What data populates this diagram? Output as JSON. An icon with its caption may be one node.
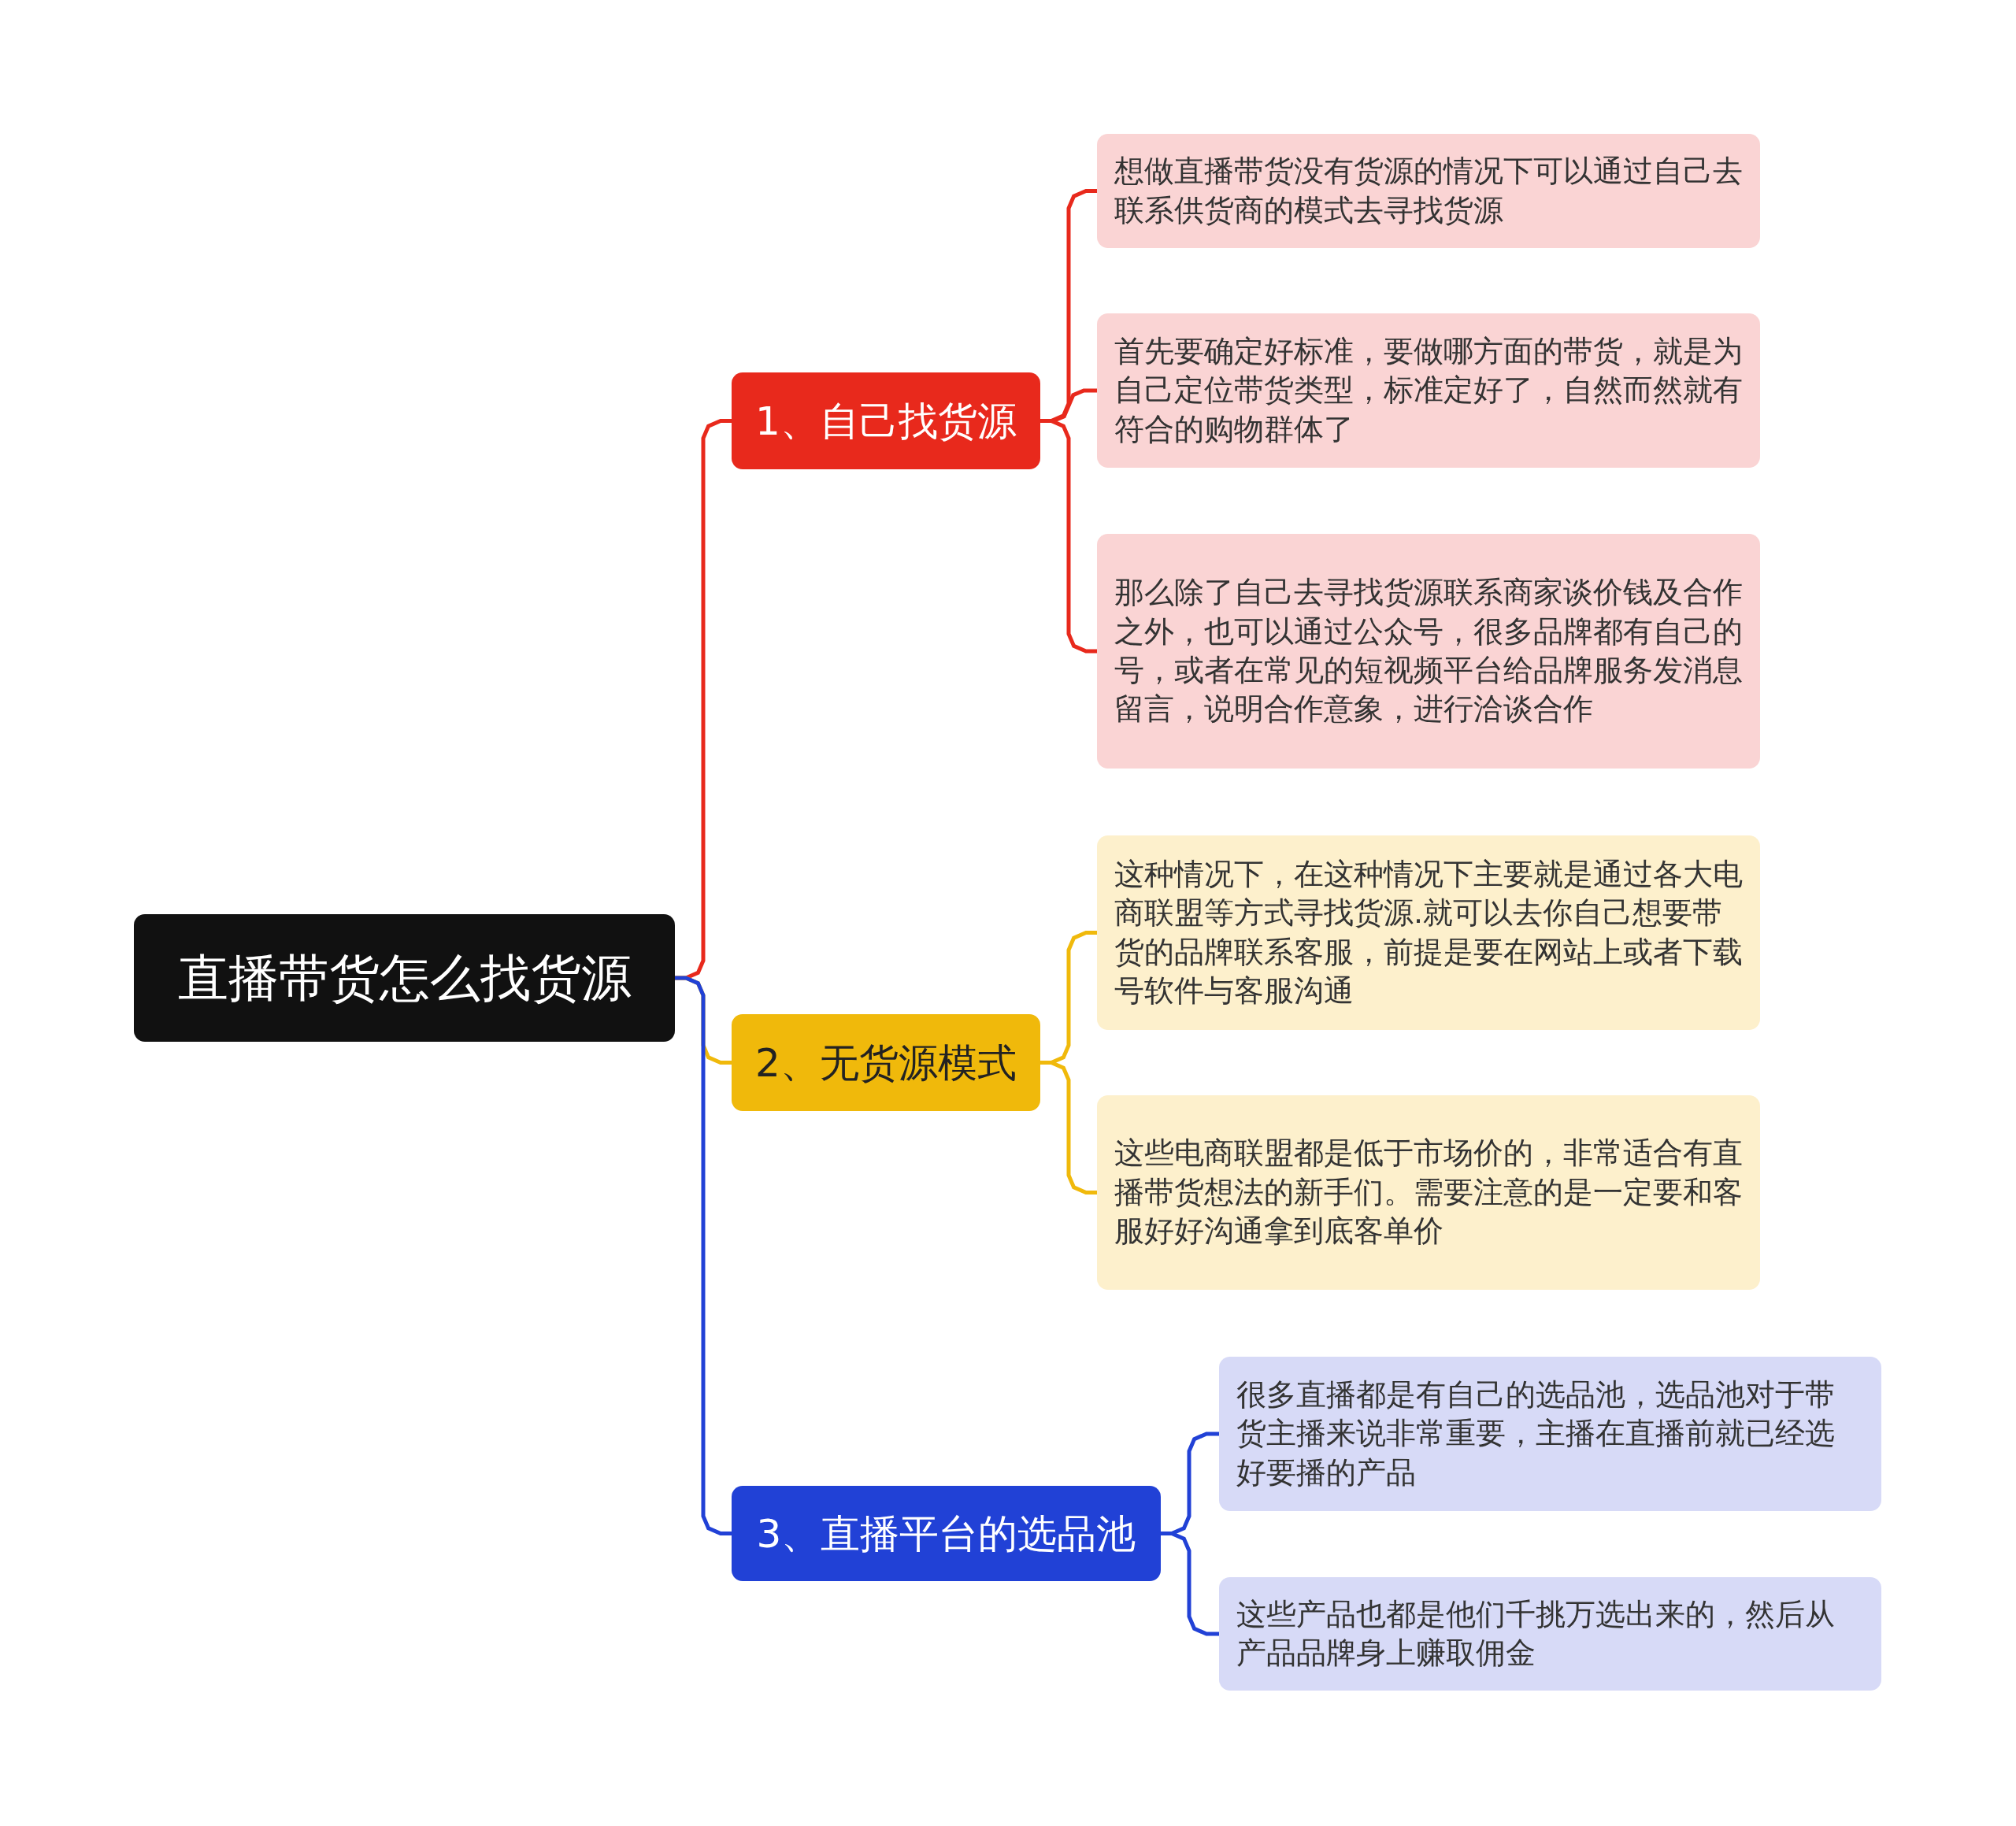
{
  "diagram": {
    "nodes": [
      {
        "text": [
          "直播带货怎么找货源"
        ]
      },
      {
        "text": [
          "1、自己找货源"
        ]
      },
      {
        "text": [
          "想做直播带货没有货源的情况下可以通过自己去联系供货商的模式去寻找货源"
        ]
      },
      {
        "text": [
          "首先要确定好标准，要做哪方面的带货，就是为自己定位带货类型，标准定好了，自然而然就有符合的购物群体了"
        ]
      },
      {
        "text": [
          "那么除了自己去寻找货源联系商家谈价钱及合作之外，也可以通过公众号，很多品牌都有自己的号，或者在常见的短视频平台给品牌服务发消息留言，说明合作意象，进行洽谈合作"
        ]
      },
      {
        "text": [
          "2、无货源模式"
        ]
      },
      {
        "text": [
          "这种情况下，在这种情况下主要就是通过各大电商联盟等方式寻找货源.就可以去你自己想要带货的品牌联系客服，前提是要在网站上或者下载号软件与客服沟通"
        ]
      },
      {
        "text": [
          "这些电商联盟都是低于市场价的，非常适合有直播带货想法的新手们。需要注意的是一定要和客服好好沟通拿到底客单价"
        ]
      },
      {
        "text": [
          "3、直播平台的选品池"
        ]
      },
      {
        "text": [
          "很多直播都是有自己的选品池，选品池对于带货主播来说非常重要，主播在直播前就已经选好要播的产品"
        ]
      },
      {
        "text": [
          "这些产品也都是他们千挑万选出来的，然后从产品品牌身上赚取佣金"
        ]
      }
    ],
    "edges": [
      {
        "from": 0,
        "to": 1,
        "arrow": "none",
        "color": "#e8291c"
      },
      {
        "from": 1,
        "to": 2,
        "arrow": "none",
        "color": "#e8291c"
      },
      {
        "from": 1,
        "to": 3,
        "arrow": "none",
        "color": "#e8291c"
      },
      {
        "from": 1,
        "to": 4,
        "arrow": "none",
        "color": "#e8291c"
      },
      {
        "from": 0,
        "to": 5,
        "arrow": "none",
        "color": "#f0b90b"
      },
      {
        "from": 5,
        "to": 6,
        "arrow": "none",
        "color": "#f0b90b"
      },
      {
        "from": 5,
        "to": 7,
        "arrow": "none",
        "color": "#f0b90b"
      },
      {
        "from": 0,
        "to": 8,
        "arrow": "none",
        "color": "#2141d6"
      },
      {
        "from": 8,
        "to": 9,
        "arrow": "none",
        "color": "#2141d6"
      },
      {
        "from": 8,
        "to": 10,
        "arrow": "none",
        "color": "#2141d6"
      }
    ]
  }
}
